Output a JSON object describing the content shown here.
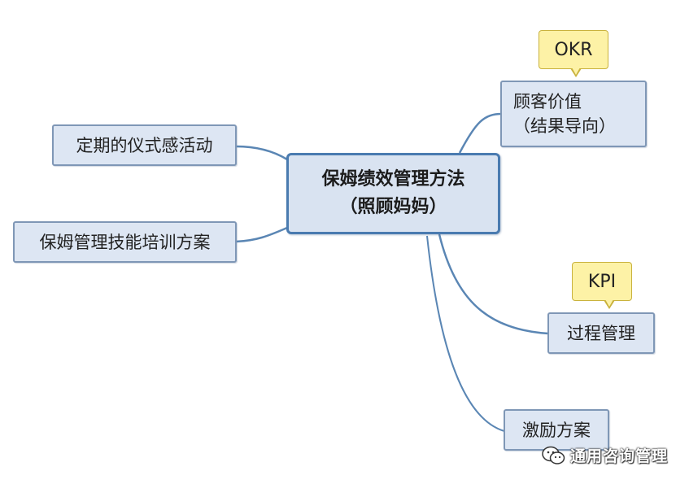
{
  "center": {
    "line1": "保姆绩效管理方法",
    "line2": "（照顾妈妈）"
  },
  "branches": {
    "customer_value": {
      "line1": "顾客价值",
      "line2": "（结果导向）",
      "note": "OKR"
    },
    "process": {
      "label": "过程管理",
      "note": "KPI"
    },
    "incentive": {
      "label": "激励方案"
    },
    "ritual": {
      "label": "定期的仪式感活动"
    },
    "training": {
      "label": "保姆管理技能培训方案"
    }
  },
  "watermark": {
    "text": "通用咨询管理",
    "icon": "wechat-icon"
  },
  "colors": {
    "node_fill": "#dde6f3",
    "node_border": "#7f97b6",
    "center_border": "#4a7bb0",
    "connector": "#5a86b4",
    "note_fill": "#fdf2a6",
    "note_border": "#c9b23d"
  }
}
